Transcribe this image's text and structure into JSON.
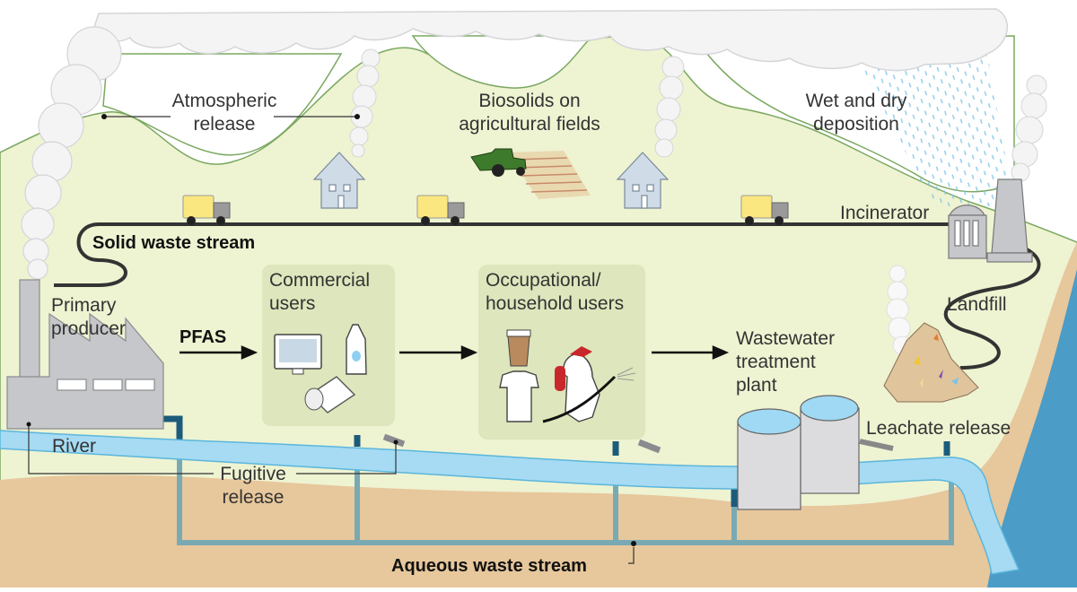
{
  "diagram": {
    "title": "PFAS pathways through production, use, and waste streams",
    "colors": {
      "sky": "#ffffff",
      "cloud": "#f4f4f5",
      "cloud_stroke": "#d4d5d8",
      "land": "#eef3d2",
      "land_stroke": "#7aa860",
      "user_box": "#dde6bc",
      "soil": "#e7c79c",
      "river": "#a6dbf3",
      "river_stroke": "#5bb6dc",
      "sea": "#4b9cc6",
      "pipe_dark": "#1d5b7a",
      "pipe_light": "#79aab3",
      "factory": "#c6c7ca",
      "house": "#cfdbe6",
      "truck_body": "#fbe77f",
      "tractor": "#3e7a2b",
      "rain": "#7cc3ea",
      "fire_red": "#c8282c",
      "cup_brown": "#b88a5e",
      "road": "#333333"
    },
    "labels": {
      "atmospheric_release": [
        "Atmospheric",
        "release"
      ],
      "biosolids": [
        "Biosolids on",
        "agricultural fields"
      ],
      "deposition": [
        "Wet and dry",
        "deposition"
      ],
      "incinerator": "Incinerator",
      "solid_waste_stream": "Solid waste stream",
      "primary_producer": [
        "Primary",
        "producer"
      ],
      "pfas": "PFAS",
      "commercial_users": [
        "Commercial",
        "users"
      ],
      "occupational_users": [
        "Occupational/",
        "household users"
      ],
      "wastewater_plant": [
        "Wastewater",
        "treatment",
        "plant"
      ],
      "landfill": "Landfill",
      "leachate_release": "Leachate release",
      "river": "River",
      "fugitive_release": [
        "Fugitive",
        "release"
      ],
      "aqueous_waste_stream": "Aqueous waste stream"
    },
    "icons": {
      "commercial": [
        "computer-monitor-icon",
        "detergent-bottle-icon",
        "fabric-roll-icon"
      ],
      "occupational": [
        "coffee-cup-icon",
        "t-shirt-icon",
        "firefighter-icon"
      ]
    }
  }
}
